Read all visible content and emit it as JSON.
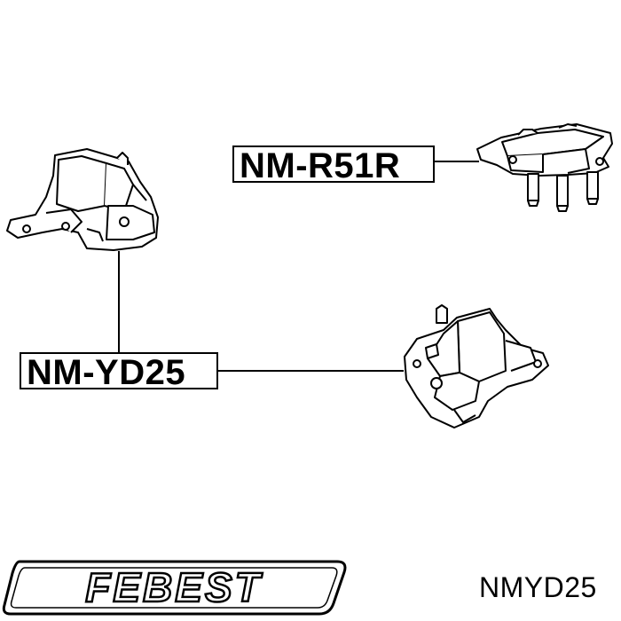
{
  "diagram": {
    "parts": [
      {
        "code": "NM-R51R"
      },
      {
        "code": "NM-YD25"
      }
    ]
  },
  "brand": {
    "logo_text": "FEBEST"
  },
  "part_number": "NMYD25"
}
